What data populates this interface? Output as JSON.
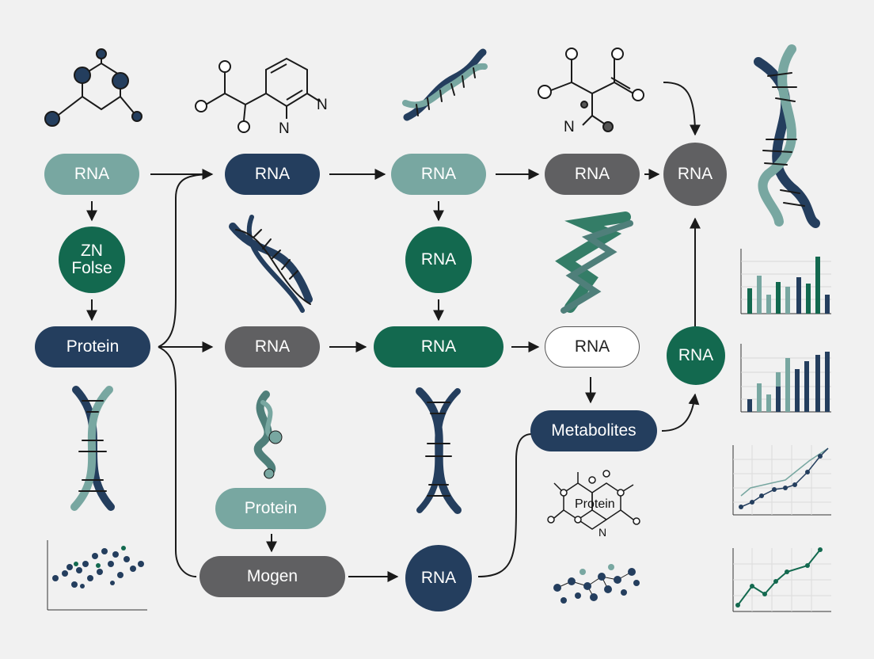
{
  "colors": {
    "sage": "#78a7a1",
    "navy": "#243e5e",
    "teal": "#13694f",
    "gray": "#606062",
    "background": "#f1f1f1",
    "ink": "#1a1a1a"
  },
  "nodes": {
    "row1_rna_a": "RNA",
    "row1_rna_b": "RNA",
    "row1_rna_c": "RNA",
    "row1_rna_d": "RNA",
    "row1_rna_e": "RNA",
    "zn_folse": "ZN\nFolse",
    "mid_rna_circle": "RNA",
    "protein_left": "Protein",
    "row2_rna_a": "RNA",
    "row2_rna_b": "RNA",
    "row2_rna_c": "RNA",
    "right_rna_circle": "RNA",
    "metabolites": "Metabolites",
    "protein_lower": "Protein",
    "mogen": "Mogen",
    "bottom_rna_circle": "RNA"
  },
  "chem_labels": {
    "top_left_n": "N",
    "top_left_n2": "N",
    "top_right_n": "N",
    "bottom_protein": "Protein",
    "bottom_n": "N"
  }
}
